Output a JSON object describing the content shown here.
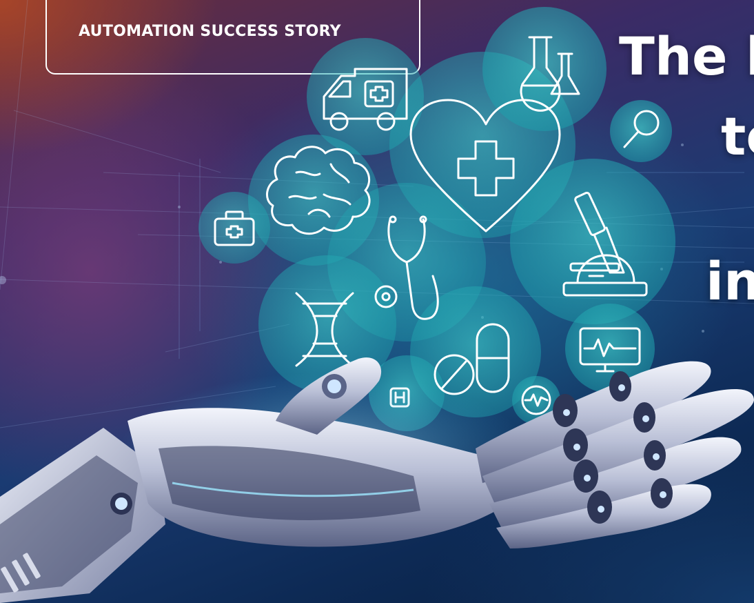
{
  "badge": {
    "label": "AUTOMATION SUCCESS STORY"
  },
  "headline": {
    "line1": "The lo",
    "line2": "to",
    "line3": "in"
  },
  "icons": [
    "ambulance-icon",
    "flask-icon",
    "heart-cross-icon",
    "magnifier-icon",
    "brain-icon",
    "first-aid-kit-icon",
    "stethoscope-icon",
    "microscope-icon",
    "dna-icon",
    "pills-icon",
    "monitor-pulse-icon",
    "hospital-icon",
    "heartbeat-icon",
    "robot-hand-icon"
  ],
  "colors": {
    "bubble": "#2bb6b8",
    "headline": "#ffffff",
    "badge_border": "#ffffff"
  }
}
